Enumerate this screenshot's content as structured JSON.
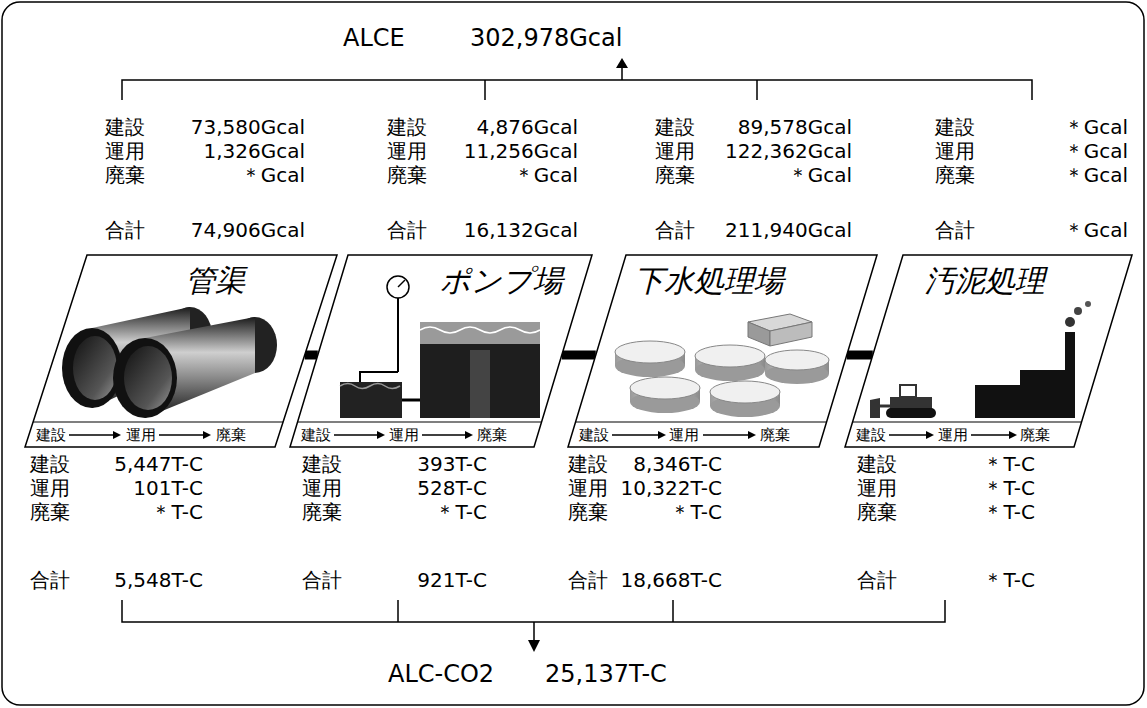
{
  "diagram": {
    "nodes": [
      {
        "text": [
          "管渠",
          "建設",
          "運用",
          "廃棄"
        ]
      },
      {
        "text": [
          "ポンプ場",
          "建設",
          "運用",
          "廃棄"
        ]
      },
      {
        "text": [
          "下水処理場",
          "建設",
          "運用",
          "廃棄"
        ]
      },
      {
        "text": [
          "汚泥処理",
          "建設",
          "運用",
          "廃棄"
        ]
      }
    ],
    "edges": [
      {
        "from": 0,
        "to": 1,
        "arrow": "none"
      },
      {
        "from": 1,
        "to": 2,
        "arrow": "none"
      },
      {
        "from": 2,
        "to": 3,
        "arrow": "none"
      }
    ],
    "labels": [
      "ALCE",
      "302,978Gcal",
      "建設",
      "73,580Gcal",
      "運用",
      "1,326Gcal",
      "廃棄",
      "＊Gcal",
      "合計",
      "74,906Gcal",
      "建設",
      "4,876Gcal",
      "運用",
      "11,256Gcal",
      "廃棄",
      "＊Gcal",
      "合計",
      "16,132Gcal",
      "建設",
      "89,578Gcal",
      "運用",
      "122,362Gcal",
      "廃棄",
      "＊Gcal",
      "合計",
      "211,940Gcal",
      "建設",
      "＊Gcal",
      "運用",
      "＊Gcal",
      "廃棄",
      "＊Gcal",
      "合計",
      "＊Gcal",
      "建設",
      "5,447T-C",
      "運用",
      "101T-C",
      "廃棄",
      "＊T-C",
      "合計",
      "5,548T-C",
      "建設",
      "393T-C",
      "運用",
      "528T-C",
      "廃棄",
      "＊T-C",
      "合計",
      "921T-C",
      "建設",
      "8,346T-C",
      "運用",
      "10,322T-C",
      "廃棄",
      "＊T-C",
      "合計",
      "18,668T-C",
      "建設",
      "＊T-C",
      "運用",
      "＊T-C",
      "廃棄",
      "＊T-C",
      "合計",
      "＊T-C",
      "ALC-CO2",
      "25,137T-C"
    ]
  }
}
